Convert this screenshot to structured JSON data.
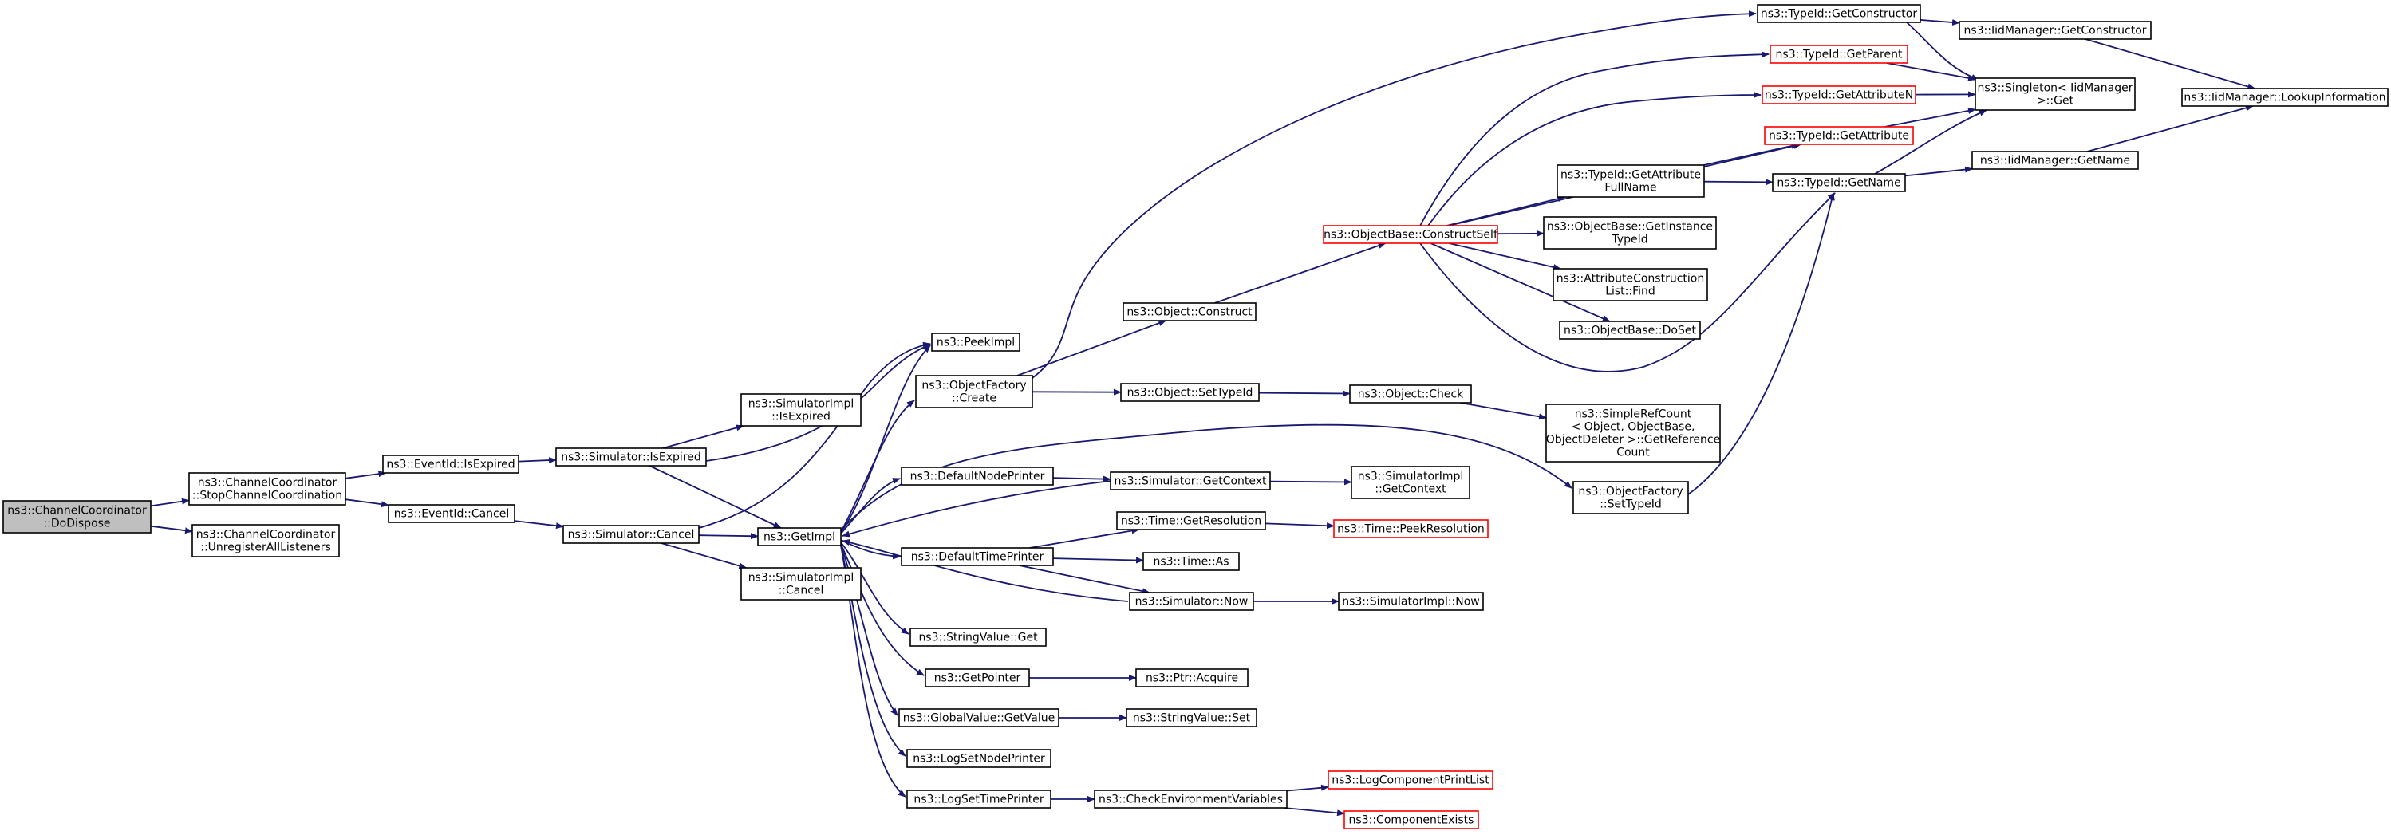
{
  "colors": {
    "edge": "#191970",
    "node_border": "#000000",
    "incomplete_border": "#ff0000",
    "root_fill": "#bfbfbf"
  },
  "nodes": [
    {
      "id": "dodispose",
      "lines": [
        "ns3::ChannelCoordinator",
        "::DoDispose"
      ],
      "style": "root"
    },
    {
      "id": "stopcc",
      "lines": [
        "ns3::ChannelCoordinator",
        "::StopChannelCoordination"
      ]
    },
    {
      "id": "unregister",
      "lines": [
        "ns3::ChannelCoordinator",
        "::UnregisterAllListeners"
      ]
    },
    {
      "id": "eid_isexpired",
      "lines": [
        "ns3::EventId::IsExpired"
      ]
    },
    {
      "id": "eid_cancel",
      "lines": [
        "ns3::EventId::Cancel"
      ]
    },
    {
      "id": "sim_isexpired",
      "lines": [
        "ns3::Simulator::IsExpired"
      ]
    },
    {
      "id": "sim_cancel",
      "lines": [
        "ns3::Simulator::Cancel"
      ]
    },
    {
      "id": "simimpl_isexpired",
      "lines": [
        "ns3::SimulatorImpl",
        "::IsExpired"
      ]
    },
    {
      "id": "simimpl_cancel",
      "lines": [
        "ns3::SimulatorImpl",
        "::Cancel"
      ]
    },
    {
      "id": "peekimpl",
      "lines": [
        "ns3::PeekImpl"
      ]
    },
    {
      "id": "getimpl",
      "lines": [
        "ns3::GetImpl"
      ]
    },
    {
      "id": "objfactory_create",
      "lines": [
        "ns3::ObjectFactory",
        "::Create"
      ]
    },
    {
      "id": "defaultnodeprinter",
      "lines": [
        "ns3::DefaultNodePrinter"
      ]
    },
    {
      "id": "defaulttimeprinter",
      "lines": [
        "ns3::DefaultTimePrinter"
      ]
    },
    {
      "id": "stringvalue_get",
      "lines": [
        "ns3::StringValue::Get"
      ]
    },
    {
      "id": "getpointer",
      "lines": [
        "ns3::GetPointer"
      ]
    },
    {
      "id": "globalvalue_getvalue",
      "lines": [
        "ns3::GlobalValue::GetValue"
      ]
    },
    {
      "id": "logsetnodeprinter",
      "lines": [
        "ns3::LogSetNodePrinter"
      ]
    },
    {
      "id": "logsettimeprinter",
      "lines": [
        "ns3::LogSetTimePrinter"
      ]
    },
    {
      "id": "object_construct",
      "lines": [
        "ns3::Object::Construct"
      ]
    },
    {
      "id": "object_settypeid",
      "lines": [
        "ns3::Object::SetTypeId"
      ]
    },
    {
      "id": "sim_getcontext",
      "lines": [
        "ns3::Simulator::GetContext"
      ]
    },
    {
      "id": "time_getresolution",
      "lines": [
        "ns3::Time::GetResolution"
      ]
    },
    {
      "id": "time_as",
      "lines": [
        "ns3::Time::As"
      ]
    },
    {
      "id": "sim_now",
      "lines": [
        "ns3::Simulator::Now"
      ]
    },
    {
      "id": "ptr_acquire",
      "lines": [
        "ns3::Ptr::Acquire"
      ]
    },
    {
      "id": "stringvalue_set",
      "lines": [
        "ns3::StringValue::Set"
      ]
    },
    {
      "id": "checkenvvars",
      "lines": [
        "ns3::CheckEnvironmentVariables"
      ]
    },
    {
      "id": "objectbase_constructself",
      "lines": [
        "ns3::ObjectBase::ConstructSelf"
      ],
      "style": "red"
    },
    {
      "id": "object_check",
      "lines": [
        "ns3::Object::Check"
      ]
    },
    {
      "id": "simimpl_getcontext",
      "lines": [
        "ns3::SimulatorImpl",
        "::GetContext"
      ]
    },
    {
      "id": "time_peekresolution",
      "lines": [
        "ns3::Time::PeekResolution"
      ],
      "style": "red"
    },
    {
      "id": "simimpl_now",
      "lines": [
        "ns3::SimulatorImpl::Now"
      ]
    },
    {
      "id": "logcomponentprintlist",
      "lines": [
        "ns3::LogComponentPrintList"
      ],
      "style": "red"
    },
    {
      "id": "componentexists",
      "lines": [
        "ns3::ComponentExists"
      ],
      "style": "red"
    },
    {
      "id": "typeid_getattributefullname",
      "lines": [
        "ns3::TypeId::GetAttribute",
        "FullName"
      ]
    },
    {
      "id": "objectbase_getinstancetypeid",
      "lines": [
        "ns3::ObjectBase::GetInstance",
        "TypeId"
      ]
    },
    {
      "id": "attrconstruction_find",
      "lines": [
        "ns3::AttributeConstruction",
        "List::Find"
      ]
    },
    {
      "id": "objectbase_doset",
      "lines": [
        "ns3::ObjectBase::DoSet"
      ]
    },
    {
      "id": "simplerefcount",
      "lines": [
        "ns3::SimpleRefCount",
        "< Object, ObjectBase,",
        "ObjectDeleter >::GetReference",
        "Count"
      ]
    },
    {
      "id": "objfactory_settypeid",
      "lines": [
        "ns3::ObjectFactory",
        "::SetTypeId"
      ]
    },
    {
      "id": "typeid_getconstructor",
      "lines": [
        "ns3::TypeId::GetConstructor"
      ]
    },
    {
      "id": "typeid_getparent",
      "lines": [
        "ns3::TypeId::GetParent"
      ],
      "style": "red"
    },
    {
      "id": "typeid_getattributen",
      "lines": [
        "ns3::TypeId::GetAttributeN"
      ],
      "style": "red"
    },
    {
      "id": "typeid_getattribute",
      "lines": [
        "ns3::TypeId::GetAttribute"
      ],
      "style": "red"
    },
    {
      "id": "typeid_getname",
      "lines": [
        "ns3::TypeId::GetName"
      ]
    },
    {
      "id": "iidmanager_getconstructor",
      "lines": [
        "ns3::IidManager::GetConstructor"
      ]
    },
    {
      "id": "singleton_get",
      "lines": [
        "ns3::Singleton< IidManager",
        ">::Get"
      ]
    },
    {
      "id": "iidmanager_getname",
      "lines": [
        "ns3::IidManager::GetName"
      ]
    },
    {
      "id": "iidmanager_lookupinformation",
      "lines": [
        "ns3::IidManager::LookupInformation"
      ]
    }
  ],
  "edges": [
    [
      "dodispose",
      "stopcc"
    ],
    [
      "dodispose",
      "unregister"
    ],
    [
      "stopcc",
      "eid_isexpired"
    ],
    [
      "stopcc",
      "eid_cancel"
    ],
    [
      "eid_isexpired",
      "sim_isexpired"
    ],
    [
      "eid_cancel",
      "sim_cancel"
    ],
    [
      "sim_isexpired",
      "simimpl_isexpired"
    ],
    [
      "sim_isexpired",
      "peekimpl"
    ],
    [
      "sim_isexpired",
      "getimpl"
    ],
    [
      "sim_cancel",
      "peekimpl"
    ],
    [
      "sim_cancel",
      "getimpl"
    ],
    [
      "sim_cancel",
      "simimpl_cancel"
    ],
    [
      "getimpl",
      "peekimpl"
    ],
    [
      "getimpl",
      "objfactory_create"
    ],
    [
      "getimpl",
      "defaultnodeprinter"
    ],
    [
      "getimpl",
      "defaulttimeprinter"
    ],
    [
      "getimpl",
      "stringvalue_get"
    ],
    [
      "getimpl",
      "getpointer"
    ],
    [
      "getimpl",
      "globalvalue_getvalue"
    ],
    [
      "getimpl",
      "logsetnodeprinter"
    ],
    [
      "getimpl",
      "logsettimeprinter"
    ],
    [
      "getimpl",
      "objfactory_settypeid"
    ],
    [
      "objfactory_create",
      "object_construct"
    ],
    [
      "objfactory_create",
      "object_settypeid"
    ],
    [
      "objfactory_create",
      "typeid_getconstructor"
    ],
    [
      "defaultnodeprinter",
      "sim_getcontext"
    ],
    [
      "defaulttimeprinter",
      "time_getresolution"
    ],
    [
      "defaulttimeprinter",
      "time_as"
    ],
    [
      "defaulttimeprinter",
      "sim_now"
    ],
    [
      "getpointer",
      "ptr_acquire"
    ],
    [
      "globalvalue_getvalue",
      "stringvalue_set"
    ],
    [
      "logsettimeprinter",
      "checkenvvars"
    ],
    [
      "object_construct",
      "objectbase_constructself"
    ],
    [
      "object_settypeid",
      "object_check"
    ],
    [
      "sim_getcontext",
      "simimpl_getcontext"
    ],
    [
      "sim_getcontext",
      "getimpl"
    ],
    [
      "time_getresolution",
      "time_peekresolution"
    ],
    [
      "sim_now",
      "simimpl_now"
    ],
    [
      "sim_now",
      "getimpl"
    ],
    [
      "checkenvvars",
      "logcomponentprintlist"
    ],
    [
      "checkenvvars",
      "componentexists"
    ],
    [
      "objectbase_constructself",
      "typeid_getparent"
    ],
    [
      "objectbase_constructself",
      "typeid_getattributen"
    ],
    [
      "objectbase_constructself",
      "typeid_getattribute"
    ],
    [
      "objectbase_constructself",
      "typeid_getattributefullname"
    ],
    [
      "objectbase_constructself",
      "objectbase_getinstancetypeid"
    ],
    [
      "objectbase_constructself",
      "attrconstruction_find"
    ],
    [
      "objectbase_constructself",
      "objectbase_doset"
    ],
    [
      "objectbase_constructself",
      "typeid_getname"
    ],
    [
      "object_check",
      "simplerefcount"
    ],
    [
      "objfactory_settypeid",
      "typeid_getname"
    ],
    [
      "typeid_getattributefullname",
      "typeid_getattribute"
    ],
    [
      "typeid_getattributefullname",
      "typeid_getname"
    ],
    [
      "typeid_getconstructor",
      "iidmanager_getconstructor"
    ],
    [
      "typeid_getconstructor",
      "singleton_get"
    ],
    [
      "typeid_getparent",
      "singleton_get"
    ],
    [
      "typeid_getattributen",
      "singleton_get"
    ],
    [
      "typeid_getattribute",
      "singleton_get"
    ],
    [
      "typeid_getname",
      "singleton_get"
    ],
    [
      "typeid_getname",
      "iidmanager_getname"
    ],
    [
      "iidmanager_getconstructor",
      "iidmanager_lookupinformation"
    ],
    [
      "iidmanager_getname",
      "iidmanager_lookupinformation"
    ]
  ]
}
